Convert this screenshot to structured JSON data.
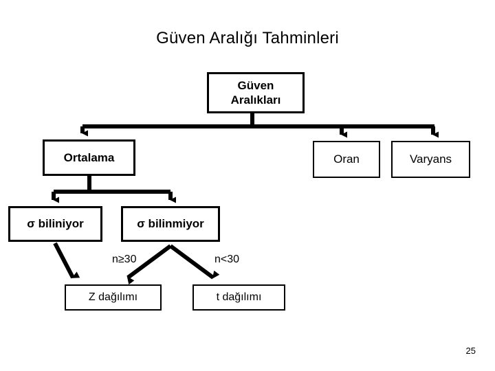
{
  "slide": {
    "title": "Güven Aralığı Tahminleri",
    "page_number": "25",
    "colors": {
      "background": "#ffffff",
      "text": "#000000",
      "connector": "#000000",
      "box_border": "#000000"
    }
  },
  "diagram": {
    "type": "tree-flowchart",
    "nodes": [
      {
        "id": "root",
        "label": "Güven\nAralıkları",
        "line1": "Güven",
        "line2": "Aralıkları",
        "level": 0
      },
      {
        "id": "mean",
        "label": "Ortalama",
        "level": 1
      },
      {
        "id": "oran",
        "label": "Oran",
        "level": 1
      },
      {
        "id": "varyans",
        "label": "Varyans",
        "level": 1
      },
      {
        "id": "known",
        "label": "σ biliniyor",
        "level": 2
      },
      {
        "id": "unknown",
        "label": "σ bilinmiyor",
        "level": 2
      },
      {
        "id": "zdist",
        "label": "Z dağılımı",
        "level": 3
      },
      {
        "id": "tdist",
        "label": "t dağılımı",
        "level": 3
      }
    ],
    "edge_labels": {
      "n_ge_30": "n≥30",
      "n_lt_30": "n<30"
    },
    "edges": [
      {
        "from": "root",
        "to": "mean"
      },
      {
        "from": "root",
        "to": "oran"
      },
      {
        "from": "root",
        "to": "varyans"
      },
      {
        "from": "mean",
        "to": "known"
      },
      {
        "from": "mean",
        "to": "unknown"
      },
      {
        "from": "known",
        "to": "zdist"
      },
      {
        "from": "unknown",
        "to": "zdist",
        "label": "n≥30"
      },
      {
        "from": "unknown",
        "to": "tdist",
        "label": "n<30"
      }
    ]
  }
}
